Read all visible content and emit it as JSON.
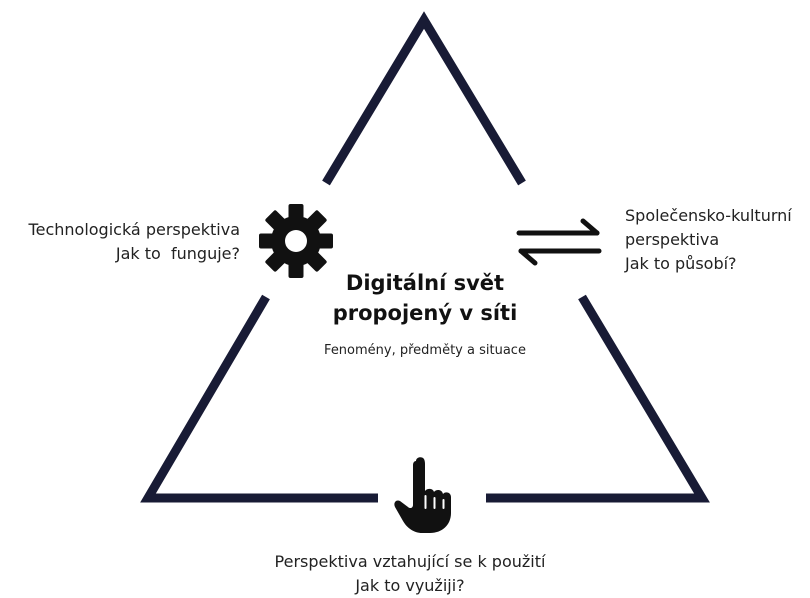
{
  "colors": {
    "triangle": "#181b35",
    "icon": "#111111",
    "text": "#222222"
  },
  "center": {
    "title_line1": "Digitální svět",
    "title_line2": "propojený v síti",
    "subtitle": "Fenomény, předměty a situace"
  },
  "perspectives": {
    "technological": {
      "title": "Technologická perspektiva",
      "question": "Jak to  funguje?",
      "icon": "gear-icon"
    },
    "social_cultural": {
      "title_line1": "Společensko-kulturní",
      "title_line2": "perspektiva",
      "question": "Jak to působí?",
      "icon": "exchange-arrows-icon"
    },
    "usage": {
      "title": "Perspektiva vztahující se k použití",
      "question": "Jak to využiji?",
      "icon": "pointer-hand-icon"
    }
  }
}
